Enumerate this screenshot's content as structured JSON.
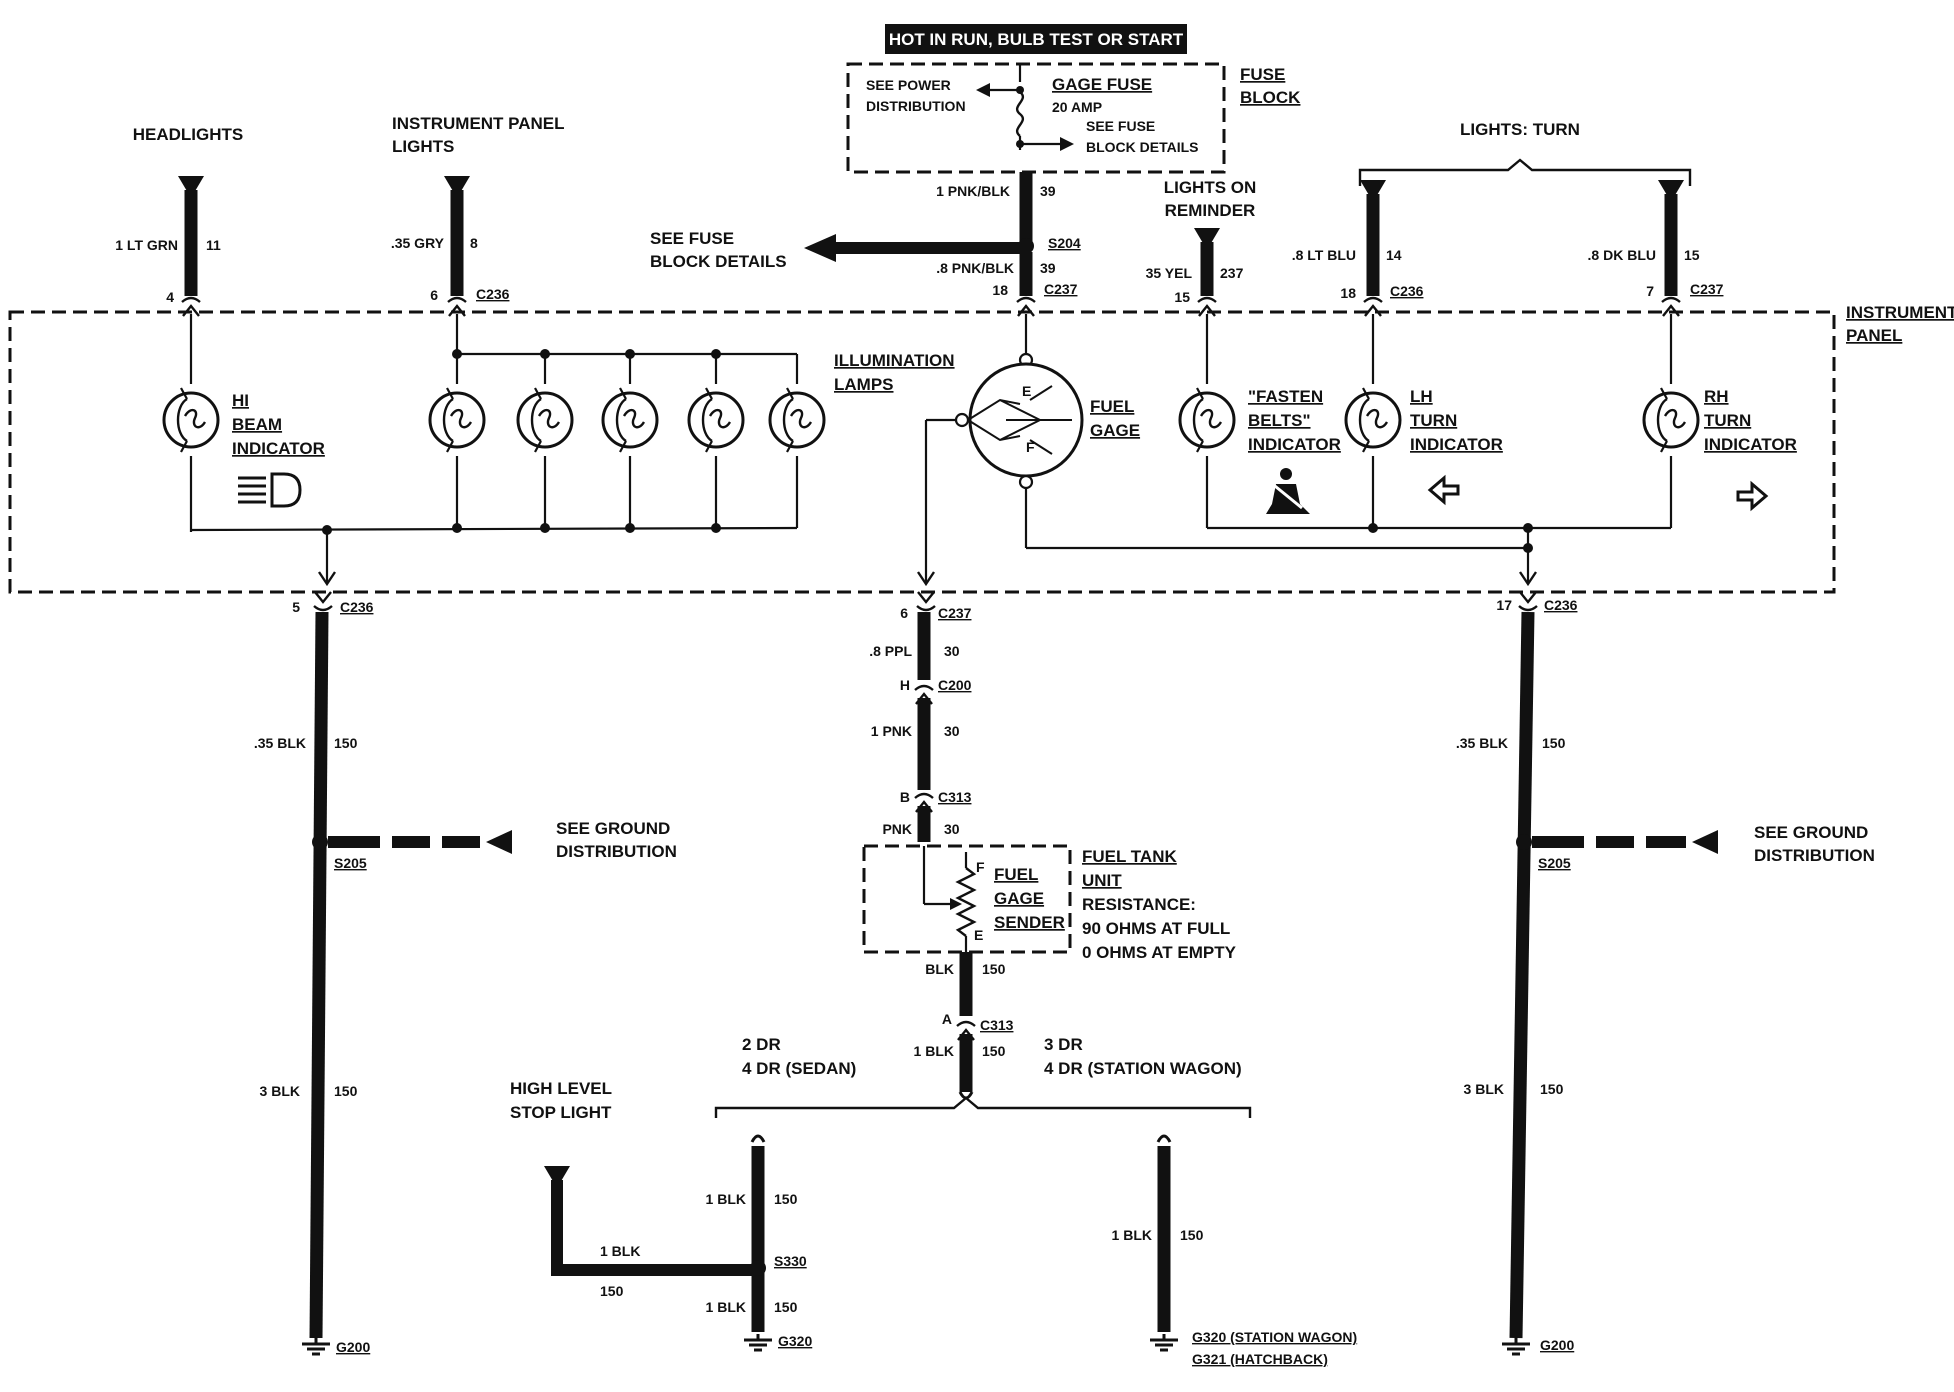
{
  "header": {
    "power_condition": "HOT IN RUN, BULB TEST OR START"
  },
  "fuse_block": {
    "label_line1": "FUSE",
    "label_line2": "BLOCK",
    "see_power_line1": "SEE POWER",
    "see_power_line2": "DISTRIBUTION",
    "gage_fuse": "GAGE FUSE",
    "amps": "20 AMP",
    "see_fuse_line1": "SEE FUSE",
    "see_fuse_line2": "BLOCK DETAILS"
  },
  "top_inputs": {
    "headlights": "HEADLIGHTS",
    "ip_lights_line1": "INSTRUMENT PANEL",
    "ip_lights_line2": "LIGHTS",
    "lights_on_line1": "LIGHTS ON",
    "lights_on_line2": "REMINDER",
    "lights_turn": "LIGHTS: TURN",
    "see_fuse_line1": "SEE FUSE",
    "see_fuse_line2": "BLOCK DETAILS"
  },
  "wires": {
    "w_hl": "1 LT GRN",
    "w_hl_ckt": "11",
    "w_ip": ".35 GRY",
    "w_ip_ckt": "8",
    "w_fuse": "1 PNK/BLK",
    "w_fuse_ckt": "39",
    "w_s204": ".8 PNK/BLK",
    "w_s204_ckt": "39",
    "w_yel": "35 YEL",
    "w_yel_ckt": "237",
    "w_ltblu": ".8 LT BLU",
    "w_ltblu_ckt": "14",
    "w_dkblu": ".8 DK BLU",
    "w_dkblu_ckt": "15",
    "w_ppl": ".8 PPL",
    "w_ppl_ckt": "30",
    "w_pnk1": "1 PNK",
    "w_pnk1_ckt": "30",
    "w_pnk": "PNK",
    "w_pnk_ckt": "30",
    "w_blk_s": "BLK",
    "w_blk_s_ckt": "150",
    "w_1blk": "1 BLK",
    "w_1blk_ckt": "150",
    "w_l35": ".35 BLK",
    "w_l35_ckt": "150",
    "w_l3": "3 BLK",
    "w_l3_ckt": "150",
    "w_r35": ".35 BLK",
    "w_r35_ckt": "150",
    "w_r3": "3 BLK",
    "w_r3_ckt": "150",
    "w_stop_upper": "1 BLK",
    "w_stop_upper_ckt": "150",
    "w_stop_h": "1 BLK",
    "w_stop_h_ckt": "150",
    "w_stop_lower": "1 BLK",
    "w_stop_lower_ckt": "150",
    "w_wagon": "1 BLK",
    "w_wagon_ckt": "150"
  },
  "connectors": {
    "c236": "C236",
    "c237": "C237",
    "s204": "S204",
    "c200": "C200",
    "c313": "C313",
    "s205": "S205",
    "s330": "S330",
    "g200": "G200",
    "g320": "G320",
    "pin_4": "4",
    "pin_6": "6",
    "pin_18": "18",
    "pin_15": "15",
    "pin_18b": "18",
    "pin_7": "7",
    "pin_5": "5",
    "pin_6b": "6",
    "pin_17": "17",
    "pin_h": "H",
    "pin_b": "B",
    "pin_a": "A",
    "g320_wagon": "G320 (STATION WAGON)",
    "g321_hatch": "G321 (HATCHBACK)"
  },
  "panel": {
    "label_line1": "INSTRUMENT",
    "label_line2": "PANEL",
    "hi_beam_line1": "HI",
    "hi_beam_line2": "BEAM",
    "hi_beam_line3": "INDICATOR",
    "illum_line1": "ILLUMINATION",
    "illum_line2": "LAMPS",
    "fuel_gage_line1": "FUEL",
    "fuel_gage_line2": "GAGE",
    "gage_e": "E",
    "gage_f": "F",
    "fasten_line1": "\"FASTEN",
    "fasten_line2": "BELTS\"",
    "fasten_line3": "INDICATOR",
    "lh_line1": "LH",
    "lh_line2": "TURN",
    "lh_line3": "INDICATOR",
    "rh_line1": "RH",
    "rh_line2": "TURN",
    "rh_line3": "INDICATOR"
  },
  "ground": {
    "left_line1": "SEE GROUND",
    "left_line2": "DISTRIBUTION",
    "right_line1": "SEE GROUND",
    "right_line2": "DISTRIBUTION"
  },
  "sender": {
    "f": "F",
    "e": "E",
    "name_line1": "FUEL",
    "name_line2": "GAGE",
    "name_line3": "SENDER",
    "tank_line1": "FUEL TANK",
    "tank_line2": "UNIT",
    "tank_line3": "RESISTANCE:",
    "tank_line4": "90 OHMS AT FULL",
    "tank_line5": "0 OHMS AT EMPTY"
  },
  "bottom": {
    "sedan_line1": "2 DR",
    "sedan_line2": "4 DR (SEDAN)",
    "wagon_line1": "3 DR",
    "wagon_line2": "4 DR (STATION WAGON)",
    "stop_line1": "HIGH LEVEL",
    "stop_line2": "STOP LIGHT"
  },
  "icons": [
    "headlamp-icon",
    "seatbelt-icon",
    "left-arrow-icon",
    "right-arrow-icon",
    "ground-symbol-icon",
    "terminal-arrow-icon"
  ]
}
